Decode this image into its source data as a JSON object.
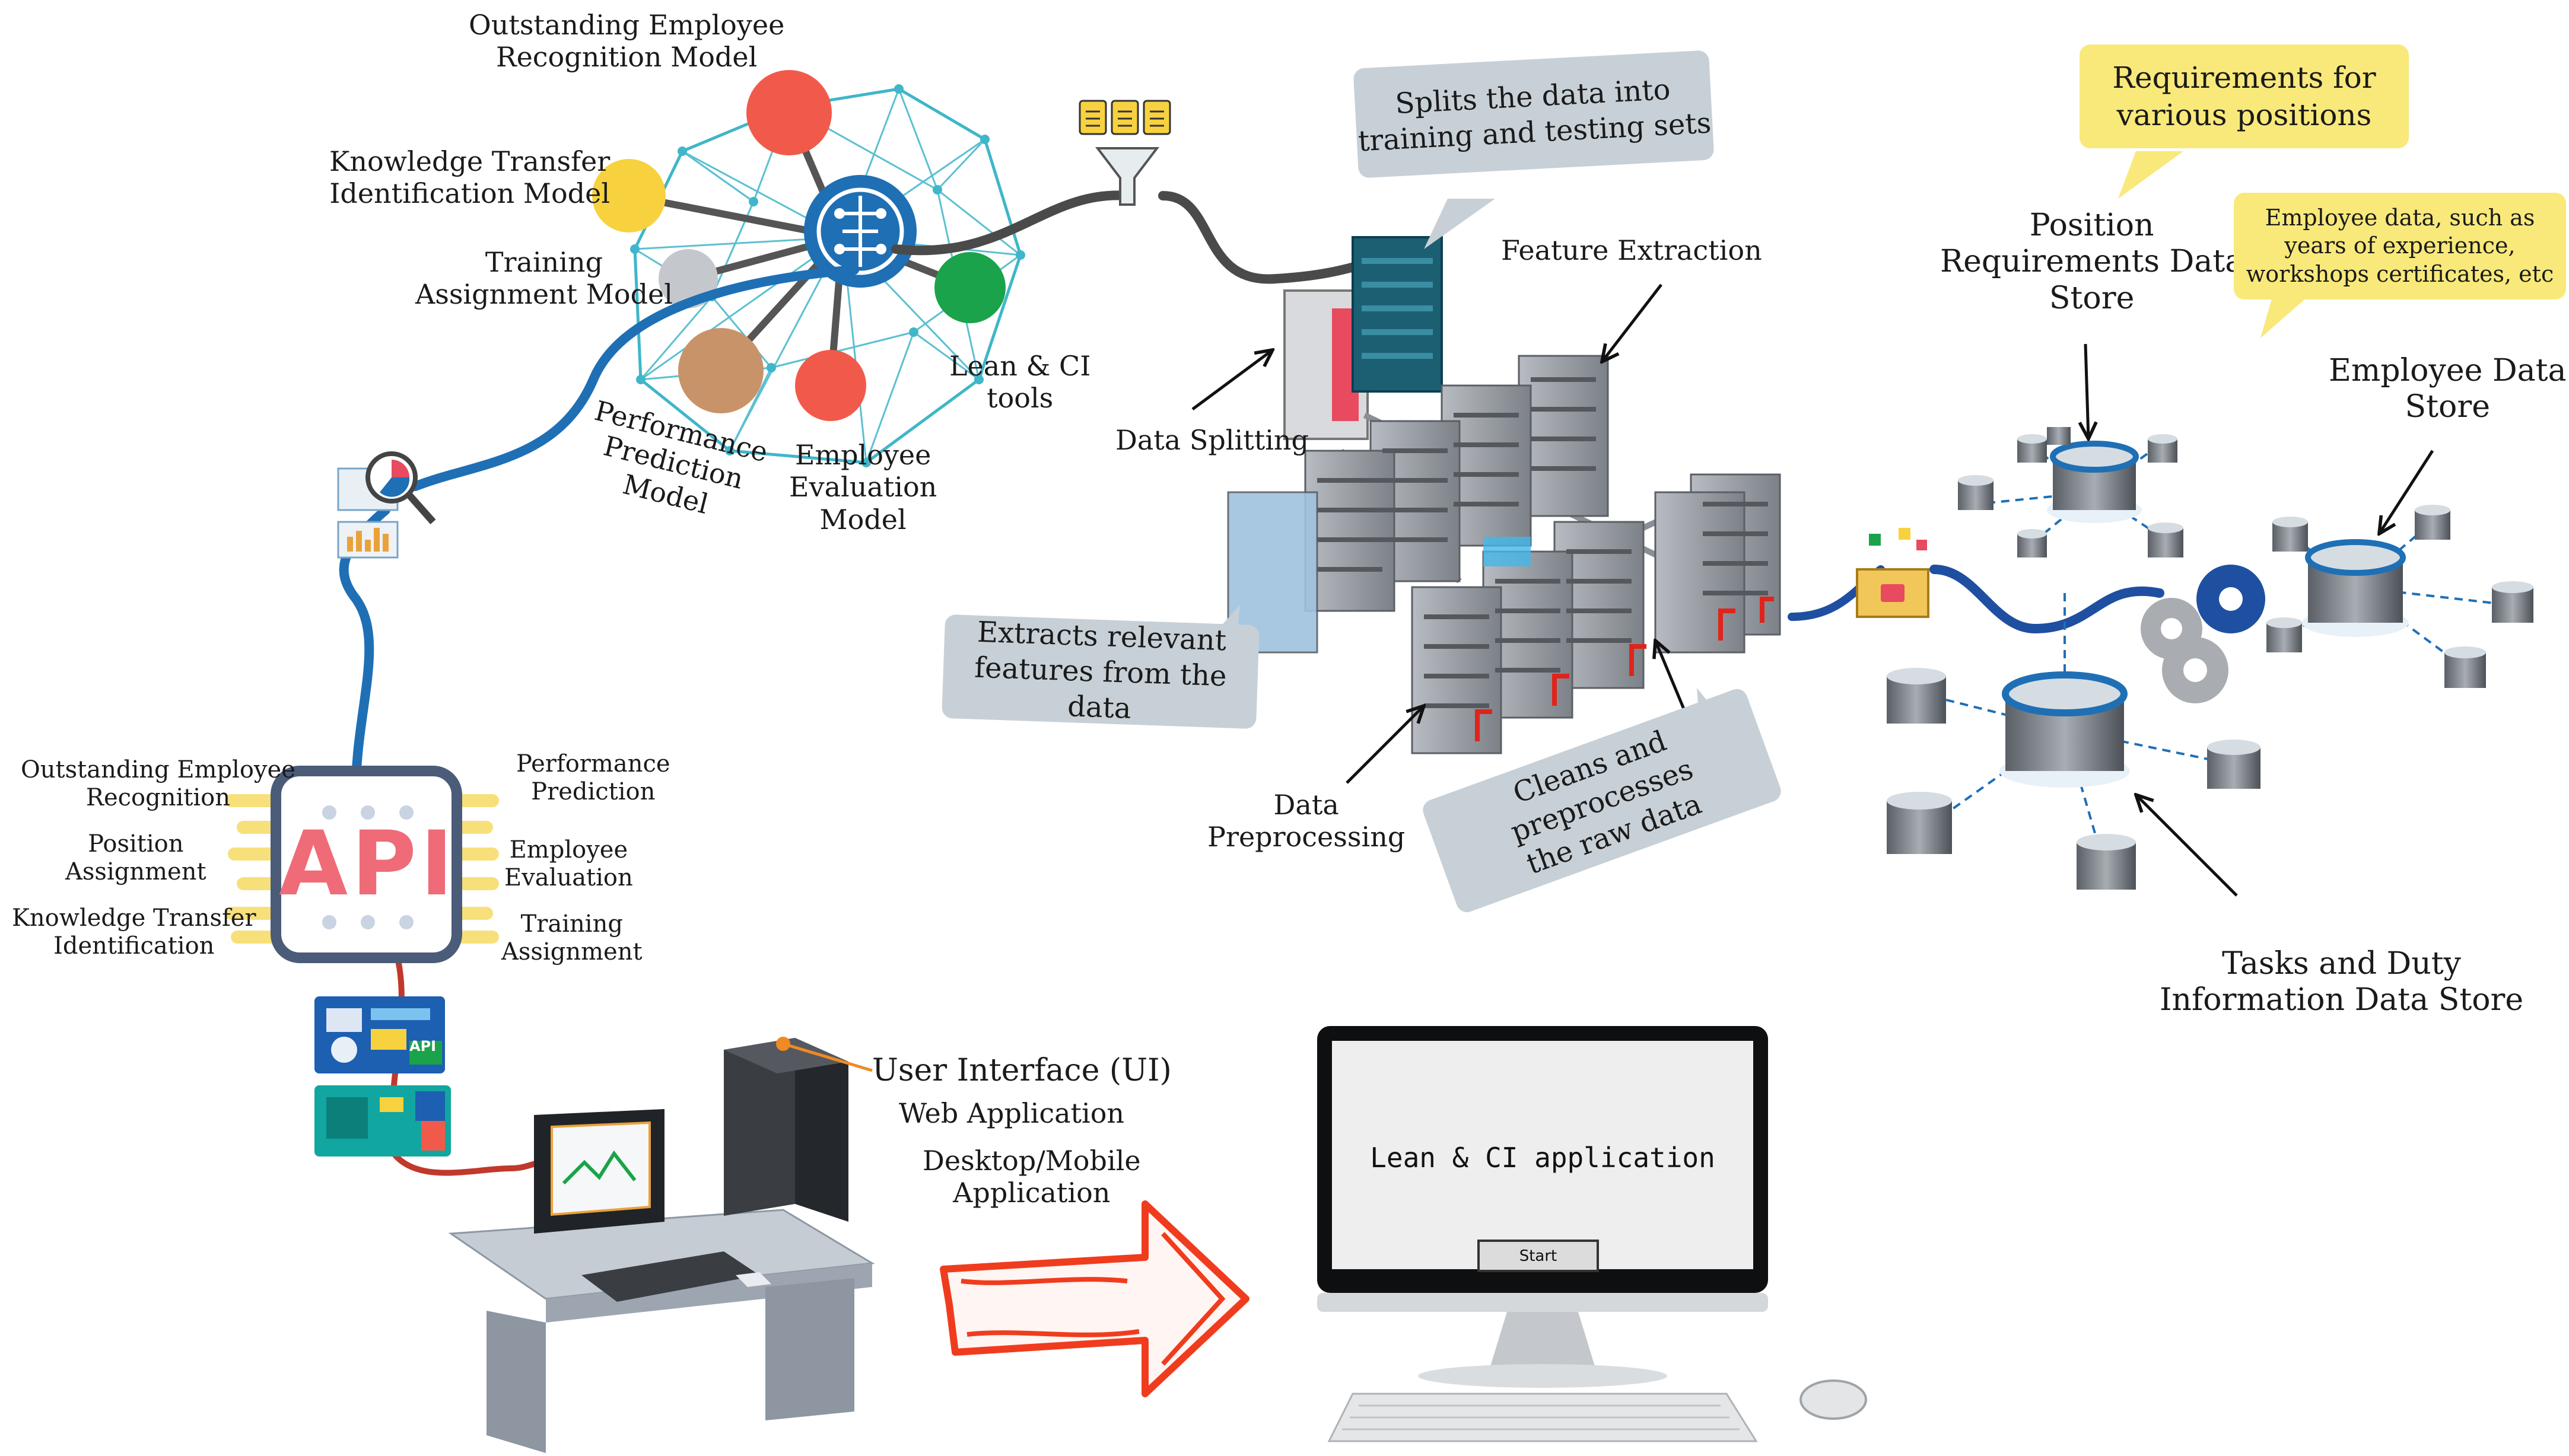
{
  "ml_models": {
    "outstanding": "Outstanding Employee\nRecognition Model",
    "knowledge": "Knowledge Transfer\nIdentification Model",
    "training": "Training\nAssignment Model",
    "performance": "Performance\nPrediction\nModel",
    "evaluation": "Employee\nEvaluation\nModel",
    "lean_tools": "Lean & CI\ntools"
  },
  "data_pipeline": {
    "splits_callout": "Splits the data into\ntraining and testing sets",
    "feature_extraction": "Feature Extraction",
    "data_splitting": "Data Splitting",
    "extracts_callout": "Extracts relevant\nfeatures from the data",
    "data_preprocessing": "Data\nPreprocessing",
    "cleans_callout": "Cleans and preprocesses\nthe raw data"
  },
  "data_stores": {
    "requirements_callout": "Requirements for\nvarious positions",
    "position_store": "Position\nRequirements Data\nStore",
    "employee_callout": "Employee data, such as\nyears of experience,\nworkshops certificates, etc",
    "employee_store": "Employee Data\nStore",
    "tasks_store": "Tasks and Duty\nInformation Data Store"
  },
  "api": {
    "label": "API",
    "outstanding": "Outstanding Employee\nRecognition",
    "position": "Position\nAssignment",
    "knowledge": "Knowledge Transfer\nIdentification",
    "performance": "Performance\nPrediction",
    "evaluation": "Employee\nEvaluation",
    "training": "Training\nAssignment",
    "mini_api": "API"
  },
  "ui": {
    "title": "User Interface (UI)",
    "web": "Web Application",
    "desktop": "Desktop/Mobile\nApplication"
  },
  "monitor": {
    "app_title": "Lean & CI application",
    "start_button": "Start"
  },
  "colors": {
    "cable_blue": "#1f6fb5",
    "cable_dark": "#4a4a4a",
    "cable_red": "#c0392b",
    "node_red": "#f15a4a",
    "node_yellow": "#f7d23e",
    "node_grey": "#c4c8cc",
    "node_brown": "#c9936a",
    "node_green": "#1aa34a",
    "network_teal": "#3fb6c9",
    "arrow_red": "#f03c1e",
    "callout_grey": "#c7d0d6",
    "callout_yellow": "#f8e97a",
    "api_pink": "#f06b78"
  },
  "icons": {
    "brain": "brain-circuit-icon",
    "documents": "documents-icon",
    "funnel": "funnel-icon",
    "analytics": "magnifier-analytics-icon",
    "folder": "folder-files-icon",
    "gears": "gears-icon",
    "mouse": "mouse-icon"
  }
}
